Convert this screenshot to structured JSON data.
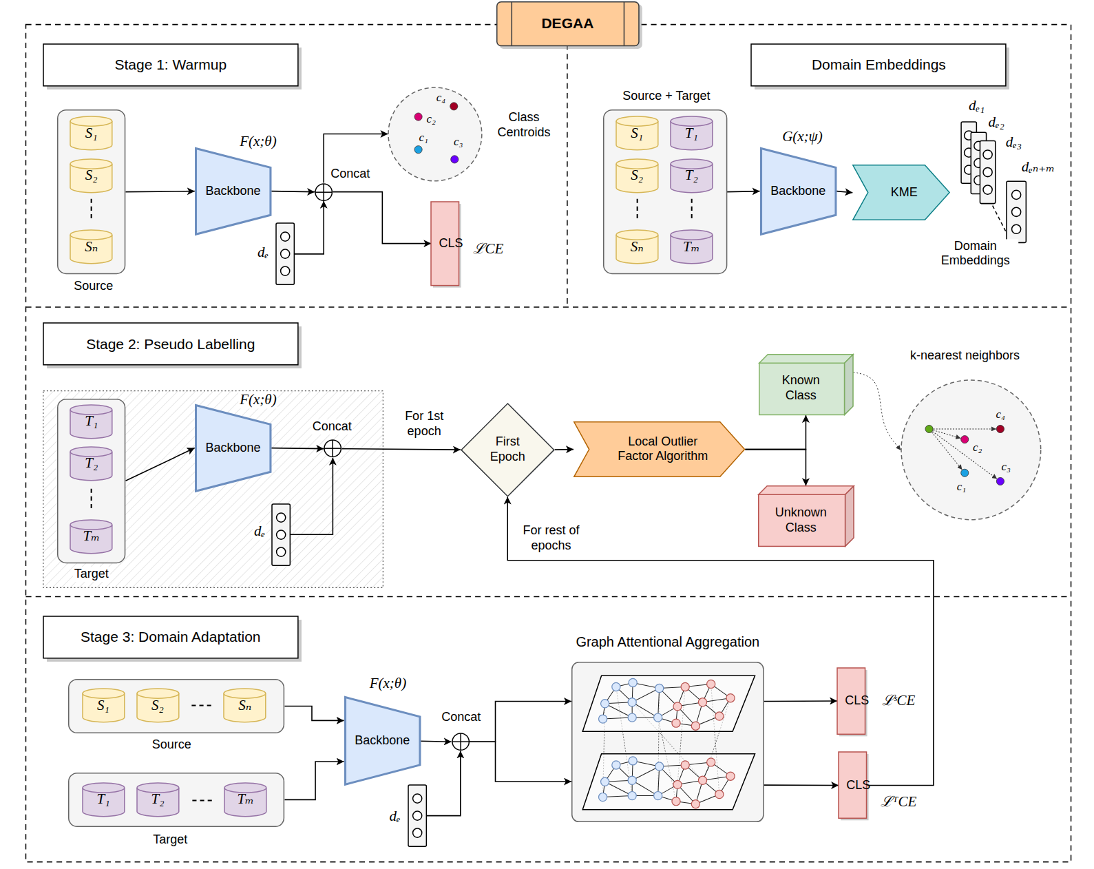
{
  "diagram": {
    "title": "DEGAA",
    "nodes": [
      {
        "text": [
          "Stage 1: Warmup"
        ]
      },
      {
        "text": [
          "Source"
        ]
      },
      {
        "text": [
          "S₁"
        ],
        "in": 1
      },
      {
        "text": [
          "S₂"
        ],
        "in": 1
      },
      {
        "text": [
          "Sₙ"
        ],
        "in": 1
      },
      {
        "text": [
          "F(x;θ)",
          "Backbone"
        ]
      },
      {
        "text": [
          "Concat"
        ]
      },
      {
        "text": [
          "dₑ"
        ]
      },
      {
        "text": [
          "Class Centroids"
        ]
      },
      {
        "text": [
          "CLS"
        ]
      },
      {
        "text": [
          "Domain Embeddings"
        ]
      },
      {
        "text": [
          "Source + Target"
        ]
      },
      {
        "text": [
          "S₁"
        ],
        "in": 11
      },
      {
        "text": [
          "S₂"
        ],
        "in": 11
      },
      {
        "text": [
          "Sₙ"
        ],
        "in": 11
      },
      {
        "text": [
          "T₁"
        ],
        "in": 11
      },
      {
        "text": [
          "T₂"
        ],
        "in": 11
      },
      {
        "text": [
          "Tₘ"
        ],
        "in": 11
      },
      {
        "text": [
          "G(x;ψ)",
          "Backbone"
        ]
      },
      {
        "text": [
          "KME"
        ]
      },
      {
        "text": [
          "Domain Embeddings"
        ]
      },
      {
        "text": [
          "Stage 2: Pseudo Labelling"
        ]
      },
      {
        "text": [
          "Target"
        ]
      },
      {
        "text": [
          "T₁"
        ],
        "in": 22
      },
      {
        "text": [
          "T₂"
        ],
        "in": 22
      },
      {
        "text": [
          "Tₘ"
        ],
        "in": 22
      },
      {
        "text": [
          "F(x;θ)",
          "Backbone"
        ]
      },
      {
        "text": [
          "Concat"
        ]
      },
      {
        "text": [
          "dₑ"
        ]
      },
      {
        "text": [
          "First Epoch"
        ]
      },
      {
        "text": [
          "Local Outlier Factor Algorithm"
        ]
      },
      {
        "text": [
          "Known Class"
        ]
      },
      {
        "text": [
          "Unknown Class"
        ]
      },
      {
        "text": [
          "k-nearest neighbors"
        ]
      },
      {
        "text": [
          "Stage 3: Domain Adaptation"
        ]
      },
      {
        "text": [
          "Source"
        ]
      },
      {
        "text": [
          "S₁"
        ],
        "in": 35
      },
      {
        "text": [
          "S₂"
        ],
        "in": 35
      },
      {
        "text": [
          "Sₙ"
        ],
        "in": 35
      },
      {
        "text": [
          "Target"
        ]
      },
      {
        "text": [
          "T₁"
        ],
        "in": 39
      },
      {
        "text": [
          "T₂"
        ],
        "in": 39
      },
      {
        "text": [
          "Tₘ"
        ],
        "in": 39
      },
      {
        "text": [
          "F(x;θ)",
          "Backbone"
        ]
      },
      {
        "text": [
          "Concat"
        ]
      },
      {
        "text": [
          "dₑ"
        ]
      },
      {
        "text": [
          "Graph Attentional Aggregation"
        ]
      },
      {
        "text": [
          "CLS"
        ]
      },
      {
        "text": [
          "CLS"
        ]
      }
    ],
    "edges": [
      {
        "from": 1,
        "to": 5,
        "arrow": "to"
      },
      {
        "from": 5,
        "to": 6,
        "arrow": "to"
      },
      {
        "from": 7,
        "to": 6,
        "arrow": "to"
      },
      {
        "from": 6,
        "to": 8,
        "arrow": "to"
      },
      {
        "from": 6,
        "to": 9,
        "arrow": "to"
      },
      {
        "from": 11,
        "to": 18,
        "arrow": "to"
      },
      {
        "from": 18,
        "to": 19,
        "arrow": "to"
      },
      {
        "from": 22,
        "to": 26,
        "arrow": "to"
      },
      {
        "from": 26,
        "to": 27,
        "arrow": "to"
      },
      {
        "from": 28,
        "to": 27,
        "arrow": "to"
      },
      {
        "from": 27,
        "to": 29,
        "arrow": "to",
        "label": "For 1st epoch"
      },
      {
        "from": 29,
        "to": 30,
        "arrow": "to"
      },
      {
        "from": 30,
        "to": 31,
        "arrow": "to"
      },
      {
        "from": 30,
        "to": 32,
        "arrow": "to"
      },
      {
        "from": 31,
        "to": 33,
        "arrow": "to"
      },
      {
        "from": 48,
        "to": 29,
        "arrow": "to",
        "label": "For rest of epochs"
      },
      {
        "from": 35,
        "to": 43,
        "arrow": "to"
      },
      {
        "from": 39,
        "to": 43,
        "arrow": "to"
      },
      {
        "from": 43,
        "to": 44,
        "arrow": "to"
      },
      {
        "from": 45,
        "to": 44,
        "arrow": "to"
      },
      {
        "from": 44,
        "to": 46,
        "arrow": "to"
      },
      {
        "from": 44,
        "to": 46,
        "arrow": "to"
      },
      {
        "from": 46,
        "to": 47,
        "arrow": "to"
      },
      {
        "from": 46,
        "to": 48,
        "arrow": "to"
      }
    ],
    "labels": [
      "ℒCE",
      "c₄",
      "c₂",
      "c₁",
      "c₃",
      "dₑ₁",
      "dₑ₂",
      "dₑ₃",
      "dₑₙ₊ₘ",
      "c₄",
      "c₂",
      "c₃",
      "c₁",
      "ℒˢCE",
      "ℒᵀCE"
    ]
  }
}
